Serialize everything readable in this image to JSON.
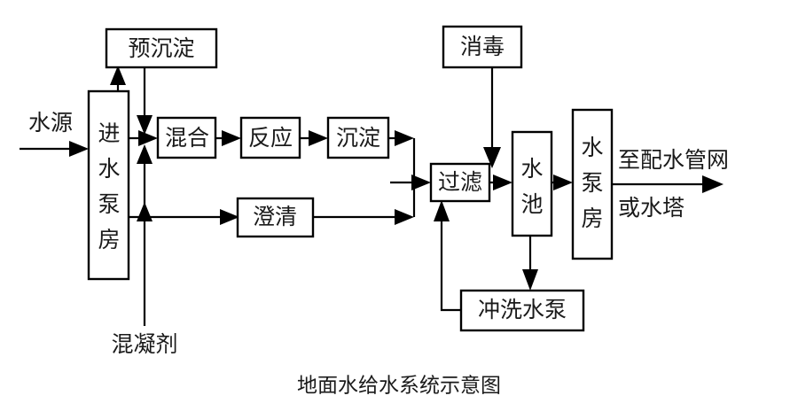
{
  "diagram": {
    "caption": "地面水给水系统示意图",
    "stroke_color": "#000000",
    "text_color": "#1a1a1a",
    "background_color": "#ffffff",
    "nodes": [
      {
        "id": "presed",
        "label": "预沉淀",
        "orientation": "horizontal"
      },
      {
        "id": "intake-pump",
        "label": "进水泵房",
        "orientation": "vertical",
        "chars": [
          "进",
          "水",
          "泵",
          "房"
        ]
      },
      {
        "id": "mix",
        "label": "混合",
        "orientation": "horizontal"
      },
      {
        "id": "react",
        "label": "反应",
        "orientation": "horizontal"
      },
      {
        "id": "settle",
        "label": "沉淀",
        "orientation": "horizontal"
      },
      {
        "id": "clarify",
        "label": "澄清",
        "orientation": "horizontal"
      },
      {
        "id": "disinfect",
        "label": "消毒",
        "orientation": "horizontal"
      },
      {
        "id": "filter",
        "label": "过滤",
        "orientation": "horizontal"
      },
      {
        "id": "reservoir",
        "label": "水池",
        "orientation": "vertical",
        "chars": [
          "水",
          "池"
        ]
      },
      {
        "id": "pump-house",
        "label": "水泵房",
        "orientation": "vertical",
        "chars": [
          "水",
          "泵",
          "房"
        ]
      },
      {
        "id": "backwash",
        "label": "冲洗水泵",
        "orientation": "horizontal"
      }
    ],
    "free_labels": [
      {
        "id": "source",
        "text": "水源"
      },
      {
        "id": "coagulant",
        "text": "混凝剂"
      },
      {
        "id": "to-network",
        "text": "至配水管网"
      },
      {
        "id": "or-tower",
        "text": "或水塔"
      }
    ]
  }
}
